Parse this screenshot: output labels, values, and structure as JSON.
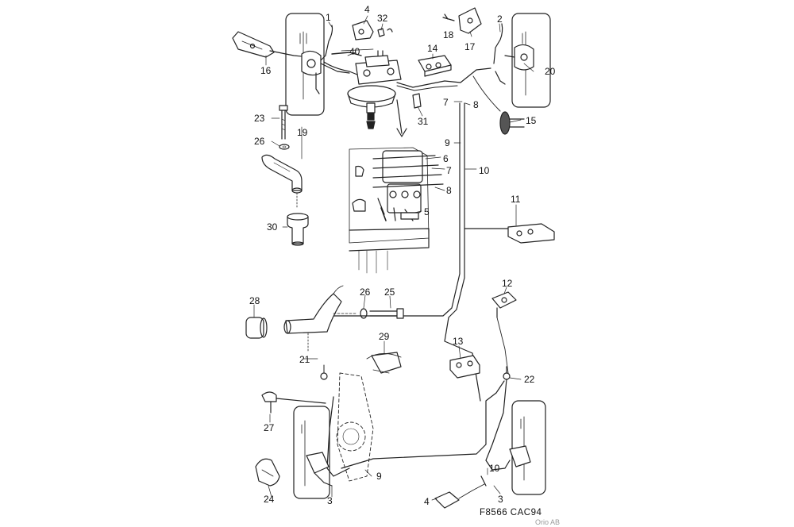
{
  "labels": {
    "l1": "1",
    "l4a": "4",
    "l32": "32",
    "l18": "18",
    "l2": "2",
    "l17": "17",
    "l16": "16",
    "l40": "40",
    "l14": "14",
    "l20": "20",
    "l7a": "7",
    "l8a": "8",
    "l23": "23",
    "l31": "31",
    "l15": "15",
    "l19": "19",
    "l26a": "26",
    "l9a": "9",
    "l6": "6",
    "l7b": "7",
    "l10a": "10",
    "l8b": "8",
    "l11": "11",
    "l5": "5",
    "l30": "30",
    "l12": "12",
    "l26b": "26",
    "l25": "25",
    "l28": "28",
    "l29": "29",
    "l13": "13",
    "l21": "21",
    "l22": "22",
    "l27": "27",
    "l9b": "9",
    "l10b": "10",
    "l24": "24",
    "l3a": "3",
    "l4b": "4",
    "l3b": "3"
  },
  "figure_code": "F8566  CAC94",
  "credit": "Orio AB"
}
